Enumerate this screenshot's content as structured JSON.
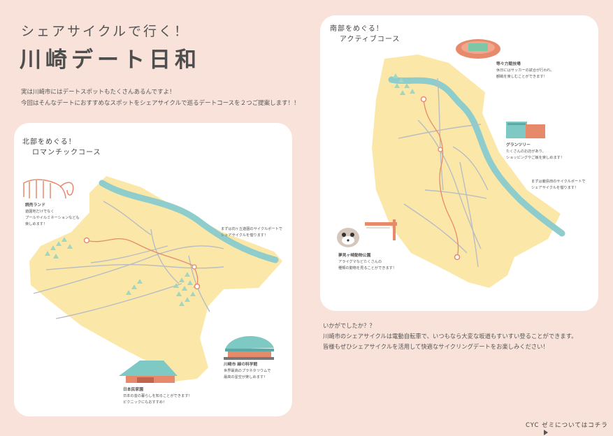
{
  "header": {
    "subtitle": "シェアサイクルで行く！",
    "title": "川崎デート日和",
    "intro_line1": "実は川崎市にはデートスポットもたくさんあるんですよ！",
    "intro_line2": "今回はそんなデートにおすすめなスポットをシェアサイクルで巡るデートコースを２つご提案します！！"
  },
  "north": {
    "heading1": "北部をめぐる！",
    "heading2": "ロマンチックコース",
    "yomiuri": {
      "name": "読売ランド",
      "line1": "遊園地だけでなく",
      "line2": "プールやイルミネーションなども",
      "line3": "楽しめます！"
    },
    "start": {
      "line1": "まずは向ヶ丘遊園のサイクルポートで",
      "line2": "シェアサイクルを借ります！"
    },
    "science": {
      "name": "川崎市 緑の科学館",
      "line1": "世界最高のプラネタリウムで",
      "line2": "最高の星空が楽しめます！"
    },
    "minka": {
      "name": "日本民家園",
      "line1": "日本の昔の暮らしを知ることができます！",
      "line2": "ピクニックにもおすすめ！"
    }
  },
  "south": {
    "heading1": "南部をめぐる！",
    "heading2": "アクティブコース",
    "stadium": {
      "name": "等々力競技場",
      "line1": "休日にはサッカーの試合が行われ、",
      "line2": "観戦を楽しむことができます！"
    },
    "grand": {
      "name": "グランツリー",
      "line1": "たくさんのお店があり、",
      "line2": "ショッピングやご飯を楽しめます！"
    },
    "start": {
      "line1": "まずは鹿島田のサイクルポートで",
      "line2": "シェアサイクルを借ります！"
    },
    "zoo": {
      "name": "夢見ヶ崎動物公園",
      "line1": "アライグマなどたくさんの",
      "line2": "種類の動物を見ることができます！"
    }
  },
  "outro": {
    "line1": "いかがでしたか？？",
    "line2": "川崎市のシェアサイクルは電動自転車で、いつもなら大変な坂道もすいすい登ることができます。",
    "line3": "皆様もぜひシェアサイクルを活用して快適なサイクリングデートをお楽しみください！"
  },
  "footer": {
    "link": "CYC ゼミについてはコチラ"
  },
  "colors": {
    "background": "#f8e2d9",
    "land": "#fbe8a9",
    "river": "#8ecdcb",
    "route": "#e78a6c",
    "road": "#b9bcc2",
    "trees": "#9fd6c4"
  }
}
